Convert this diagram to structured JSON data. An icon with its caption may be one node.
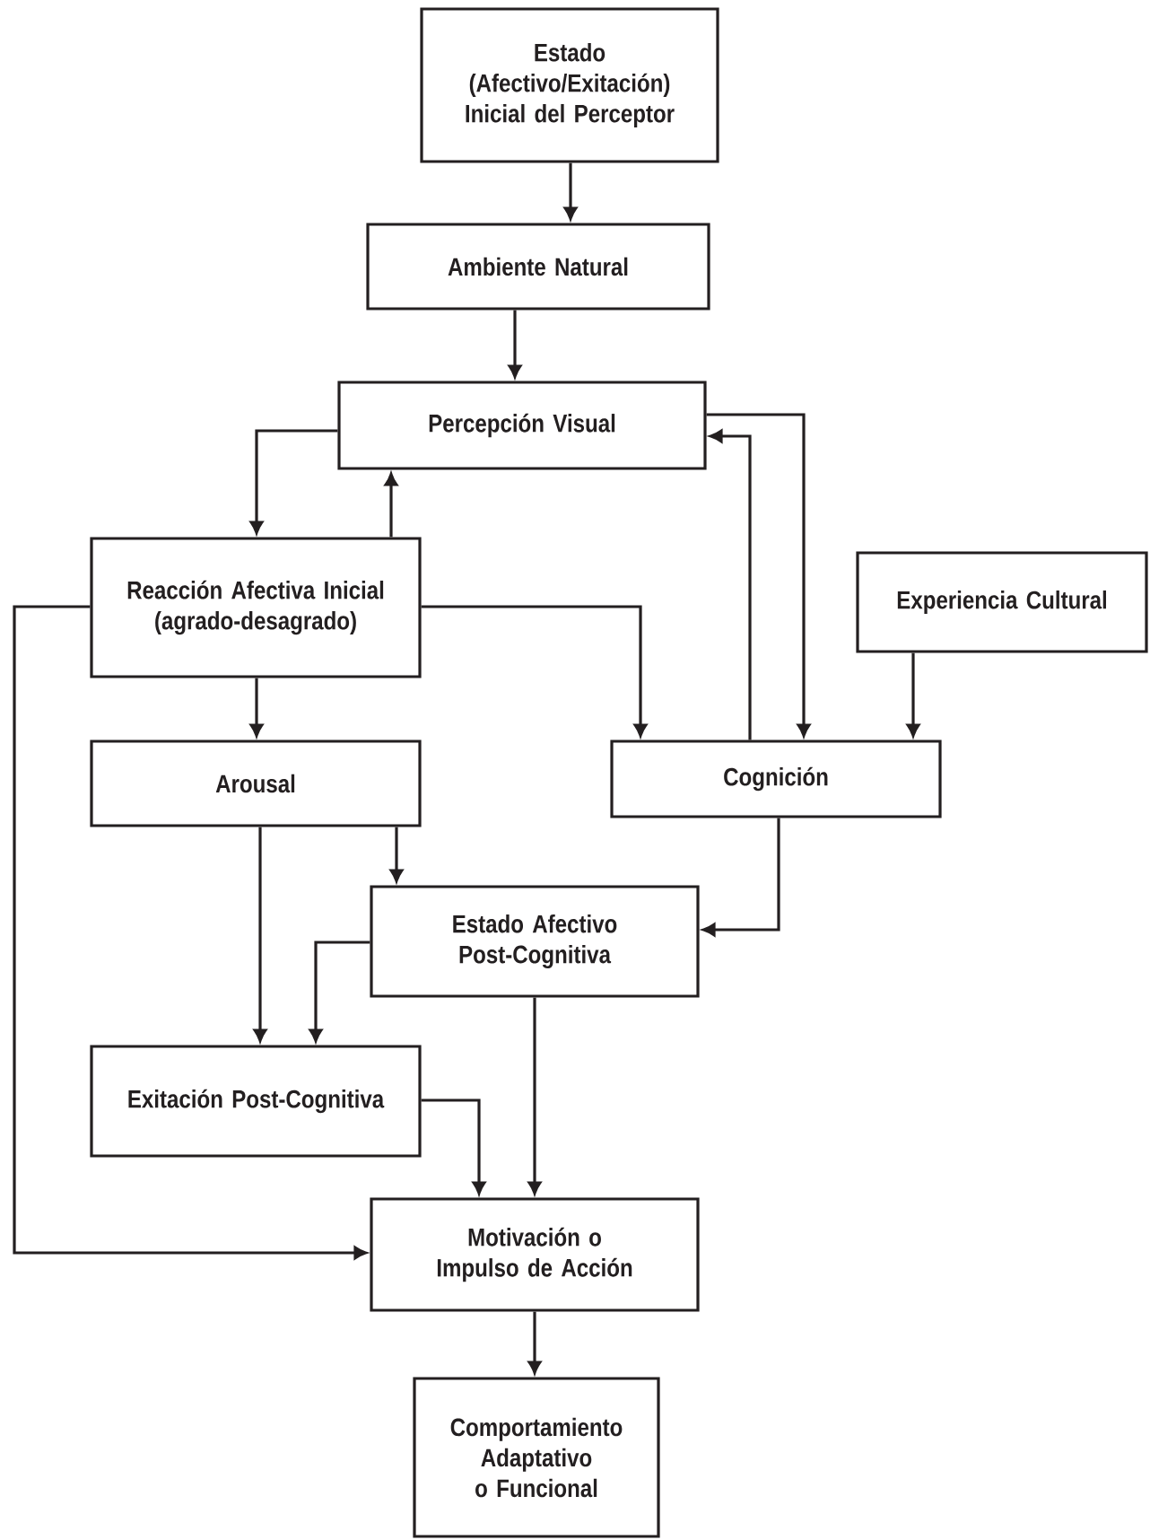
{
  "diagram": {
    "nodes": [
      {
        "text": [
          "Estado (Afectivo/Exitación) Inicial del Perceptor"
        ]
      },
      {
        "text": [
          "Ambiente Natural"
        ]
      },
      {
        "text": [
          "Percepción Visual"
        ]
      },
      {
        "text": [
          "Reacción Afectiva Inicial (agrado-desagrado)"
        ]
      },
      {
        "text": [
          "Experiencia Cultural"
        ]
      },
      {
        "text": [
          "Arousal"
        ]
      },
      {
        "text": [
          "Cognición"
        ]
      },
      {
        "text": [
          "Estado Afectivo Post-Cognitiva"
        ]
      },
      {
        "text": [
          "Exitación Post-Cognitiva"
        ]
      },
      {
        "text": [
          "Motivación o Impulso de Acción"
        ]
      },
      {
        "text": [
          "Comportamiento Adaptativo o Funcional"
        ]
      }
    ],
    "edges": [
      {
        "from": 0,
        "to": 1,
        "arrow": "to"
      },
      {
        "from": 1,
        "to": 2,
        "arrow": "to"
      },
      {
        "from": 2,
        "to": 3,
        "arrow": "to"
      },
      {
        "from": 3,
        "to": 2,
        "arrow": "to"
      },
      {
        "from": 2,
        "to": 6,
        "arrow": "to"
      },
      {
        "from": 6,
        "to": 2,
        "arrow": "to"
      },
      {
        "from": 3,
        "to": 6,
        "arrow": "to"
      },
      {
        "from": 4,
        "to": 6,
        "arrow": "to"
      },
      {
        "from": 3,
        "to": 5,
        "arrow": "to"
      },
      {
        "from": 5,
        "to": 7,
        "arrow": "to"
      },
      {
        "from": 5,
        "to": 8,
        "arrow": "to"
      },
      {
        "from": 6,
        "to": 7,
        "arrow": "to"
      },
      {
        "from": 7,
        "to": 8,
        "arrow": "to"
      },
      {
        "from": 8,
        "to": 9,
        "arrow": "to"
      },
      {
        "from": 7,
        "to": 9,
        "arrow": "to"
      },
      {
        "from": 3,
        "to": 9,
        "arrow": "to"
      },
      {
        "from": 9,
        "to": 10,
        "arrow": "to"
      }
    ]
  }
}
